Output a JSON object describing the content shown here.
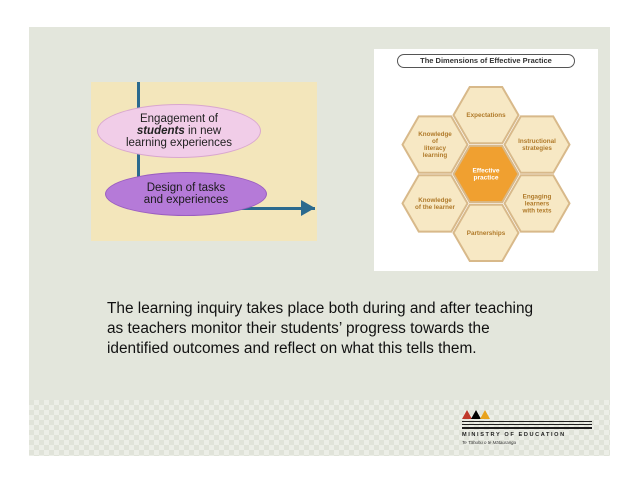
{
  "left_figure": {
    "bubble_top_line1": "Engagement of",
    "bubble_top_bold": "students",
    "bubble_top_line2": "in new",
    "bubble_top_line3": "learning experiences",
    "bubble_bottom_line1": "Design of tasks",
    "bubble_bottom_line2": "and experiences"
  },
  "right_figure": {
    "title": "The Dimensions of Effective Practice",
    "hexes": {
      "top": "Expectations",
      "upper_left": [
        "Knowledge",
        "of",
        "literacy",
        "learning"
      ],
      "upper_right": [
        "Instructional",
        "strategies"
      ],
      "center": [
        "Effective",
        "practice"
      ],
      "lower_left": [
        "Knowledge",
        "of the learner"
      ],
      "lower_right": [
        "Engaging",
        "learners",
        "with texts"
      ],
      "bottom": "Partnerships"
    },
    "colors": {
      "hex_fill": "#f7e8c4",
      "hex_stroke": "#d8b98a",
      "center_fill": "#f0a030"
    }
  },
  "body_text": "The learning inquiry takes place both during and after teaching as teachers monitor their students’ progress towards the identified outcomes and reflect on what this tells them.",
  "logo": {
    "name": "MINISTRY OF EDUCATION",
    "tagline": "Te Tāhuhu o te Mātauranga",
    "triangle_colors": [
      "#c0392b",
      "#000000",
      "#e8a21c"
    ]
  }
}
